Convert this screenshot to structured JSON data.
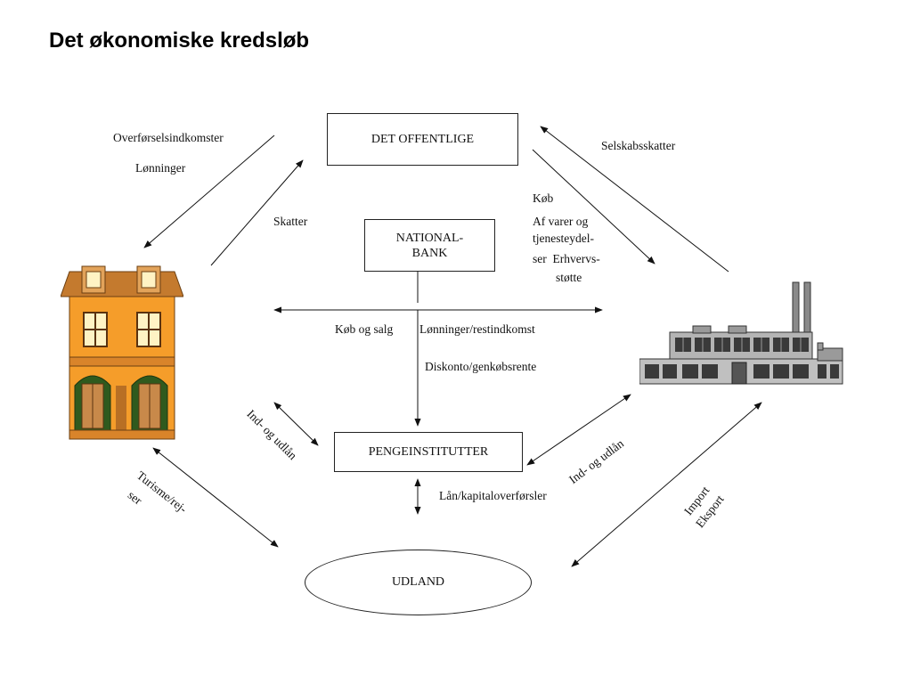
{
  "title": "Det økonomiske kredsløb",
  "nodes": {
    "offentlige": "DET OFFENTLIGE",
    "nationalbank_line1": "NATIONAL-",
    "nationalbank_line2": "BANK",
    "pengeinstitutter": "PENGEINSTITUTTER",
    "udland": "UDLAND"
  },
  "labels": {
    "overforsel": "Overførselsindkomster",
    "lonninger": "Lønninger",
    "skatter": "Skatter",
    "selskabsskatter": "Selskabsskatter",
    "kob": "Køb",
    "af_varer": "Af varer og",
    "tjenesteydel": "tjenesteydel-",
    "ser_erhvervs": "ser  Erhvervs-",
    "stotte": "støtte",
    "kob_og_salg": "Køb og salg",
    "lonninger_rest": "Lønninger/restindkomst",
    "diskonto": "Diskonto/genkøbsrente",
    "ind_udlan_left": "Ind- og udlån",
    "ind_udlan_right": "Ind- og udlån",
    "turisme_1": "Turisme/rej-",
    "turisme_2": "ser",
    "lan_kapital": "Lån/kapitaloverførsler",
    "import": "Import",
    "eksport": "Eksport"
  },
  "colors": {
    "house_wall": "#f59d2a",
    "house_roof": "#c47a2e",
    "house_door": "#2f5a1e",
    "factory": "#8a8a8a"
  }
}
